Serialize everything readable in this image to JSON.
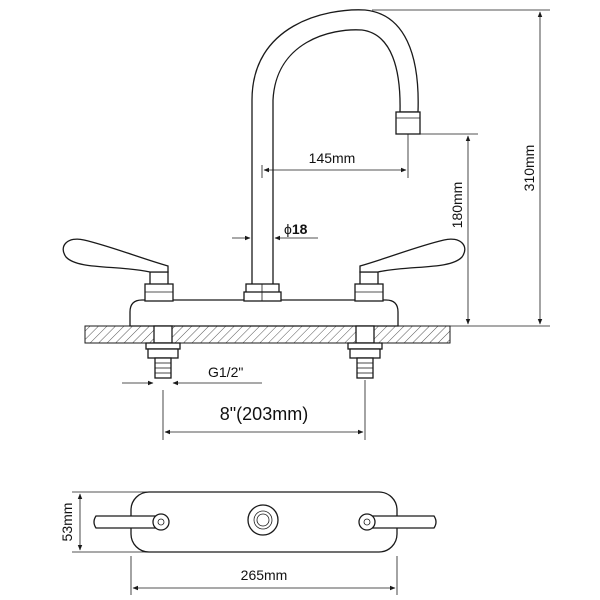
{
  "dimensions": {
    "total_height": "310mm",
    "spout_height": "180mm",
    "spout_reach": "145mm",
    "pipe_diameter": "18",
    "diameter_symbol": "ϕ",
    "thread": "G1/2\"",
    "center_spacing": "8\"(203mm)",
    "plate_length": "265mm",
    "plate_width": "53mm"
  },
  "colors": {
    "line": "#1a1a1a",
    "counter_hatch": "#555555",
    "background": "#ffffff"
  }
}
